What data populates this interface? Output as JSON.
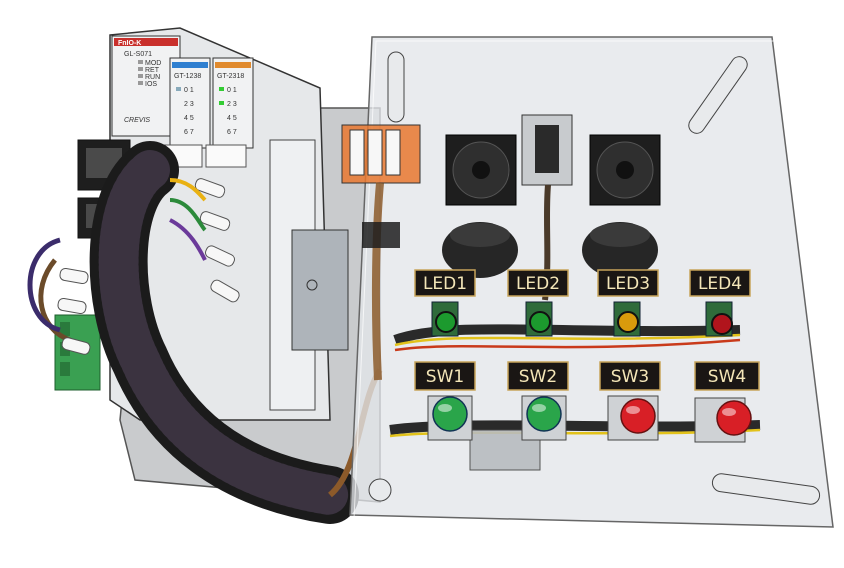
{
  "plc": {
    "brand_tag": "FnIO-K",
    "model": "GL-S071",
    "leds": [
      "MOD",
      "RET",
      "RUN",
      "IOS"
    ],
    "maker": "CREVIS",
    "io_modules": [
      {
        "model": "GT-1238",
        "channels": [
          "0 1",
          "2 3",
          "4 5",
          "6 7"
        ],
        "color": "#2f7fd0"
      },
      {
        "model": "GT-2318",
        "channels": [
          "0 1",
          "2 3",
          "4 5",
          "6 7"
        ],
        "color": "#e08a2e"
      }
    ]
  },
  "panel": {
    "led_labels": [
      "LED1",
      "LED2",
      "LED3",
      "LED4"
    ],
    "led_colors": [
      "#1c9a2e",
      "#1c9a2e",
      "#d89a0c",
      "#b1141c"
    ],
    "switch_labels": [
      "SW1",
      "SW2",
      "SW3",
      "SW4"
    ],
    "switch_colors": [
      "#2aa54a",
      "#2aa54a",
      "#d81f26",
      "#d81f26"
    ]
  },
  "colors": {
    "acrylic": "#dfe3e6",
    "base_plate": "#c9cbcd",
    "label_bg": "#1a1614",
    "label_border": "#c7a45a",
    "terminal_green": "#3aa052",
    "wago_orange": "#e9782f"
  }
}
